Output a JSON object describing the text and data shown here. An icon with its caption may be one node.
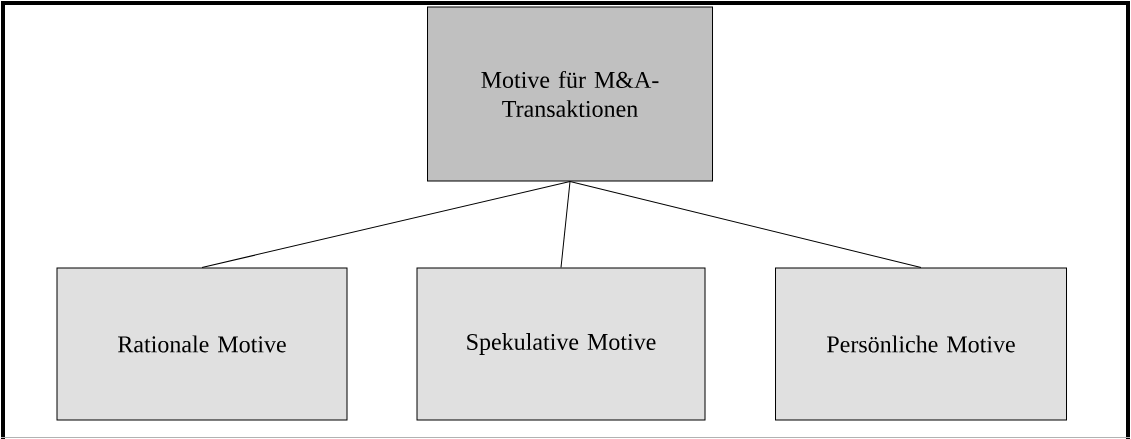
{
  "diagram": {
    "nodes": [
      {
        "text": [
          "Motive für M&A-Transaktionen"
        ]
      },
      {
        "text": [
          "Rationale Motive"
        ]
      },
      {
        "text": [
          "Spekulative Motive"
        ]
      },
      {
        "text": [
          "Persönliche Motive"
        ]
      }
    ],
    "edges": [
      {
        "from": 0,
        "to": 1,
        "arrow": "none"
      },
      {
        "from": 0,
        "to": 2,
        "arrow": "none"
      },
      {
        "from": 0,
        "to": 3,
        "arrow": "none"
      }
    ]
  }
}
